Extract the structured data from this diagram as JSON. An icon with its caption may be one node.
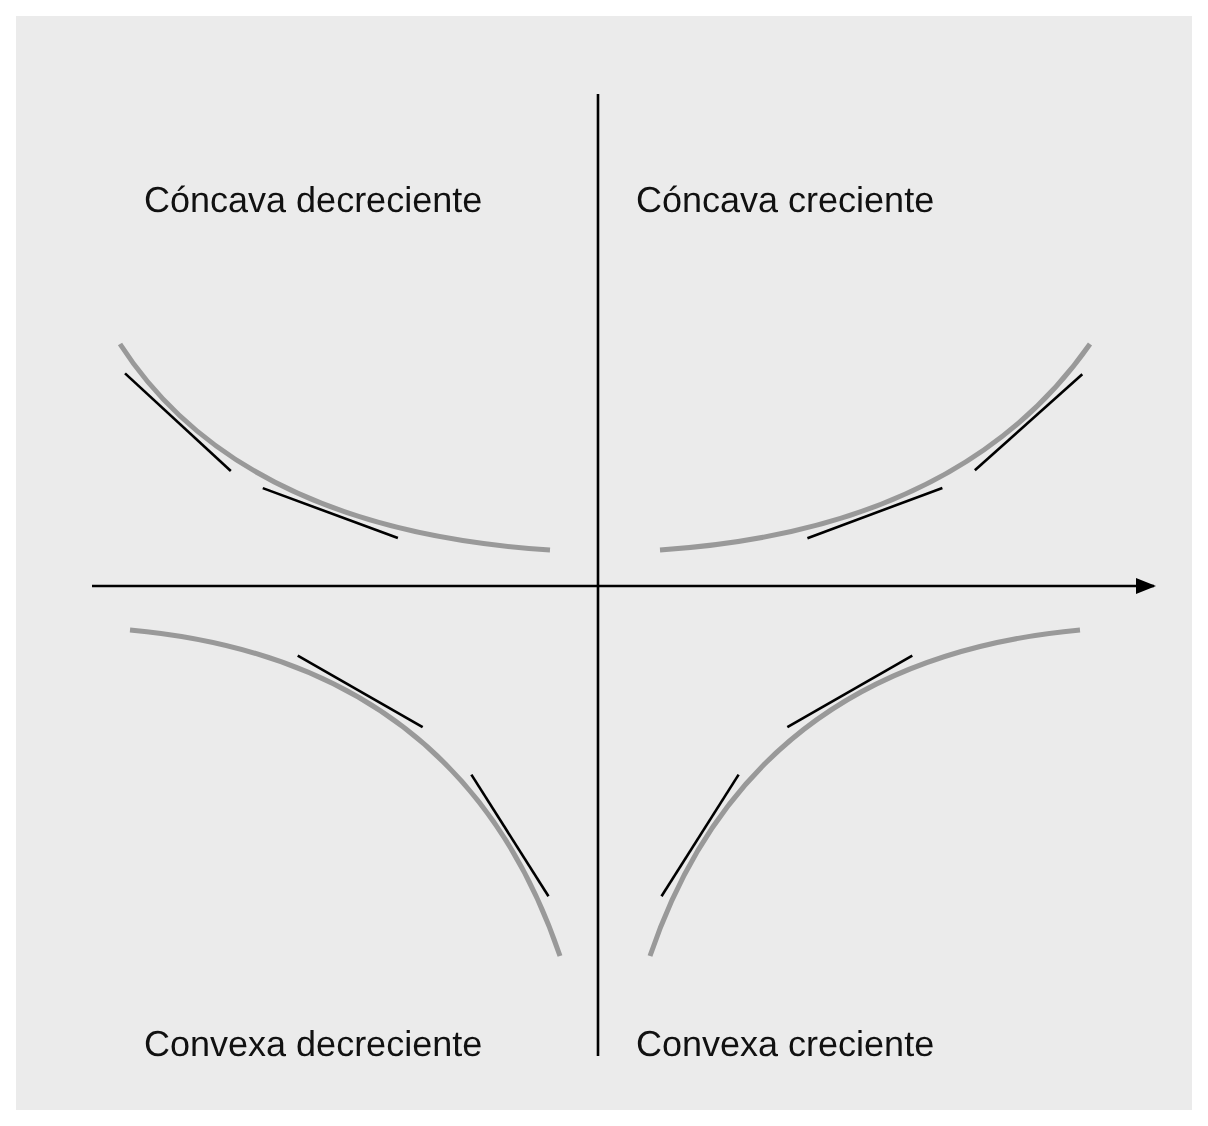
{
  "diagram": {
    "labels": [
      "Cóncava decreciente",
      "Cóncava creciente",
      "Convexa decreciente",
      "Convexa creciente"
    ]
  }
}
